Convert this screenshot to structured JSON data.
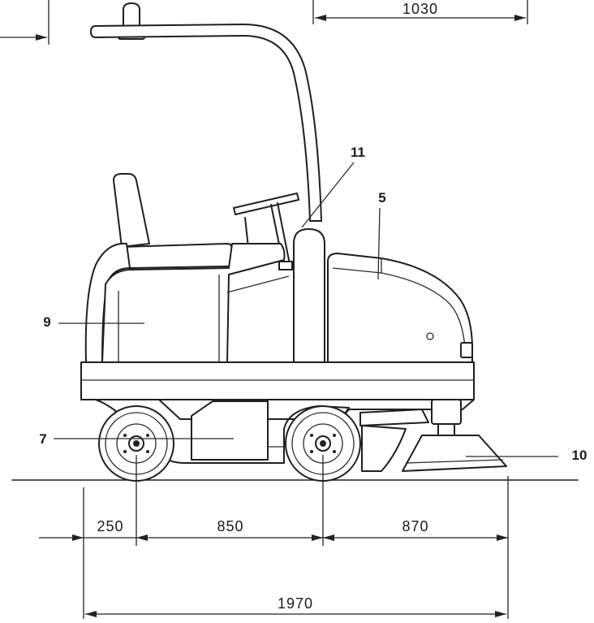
{
  "diagram": {
    "callouts": {
      "c11": "11",
      "c5": "5",
      "c9": "9",
      "c7": "7",
      "c10": "10"
    },
    "dimensions": {
      "top_width": "1030",
      "rear_overhang": "250",
      "wheelbase": "850",
      "front_overhang": "870",
      "overall_length": "1970"
    }
  }
}
